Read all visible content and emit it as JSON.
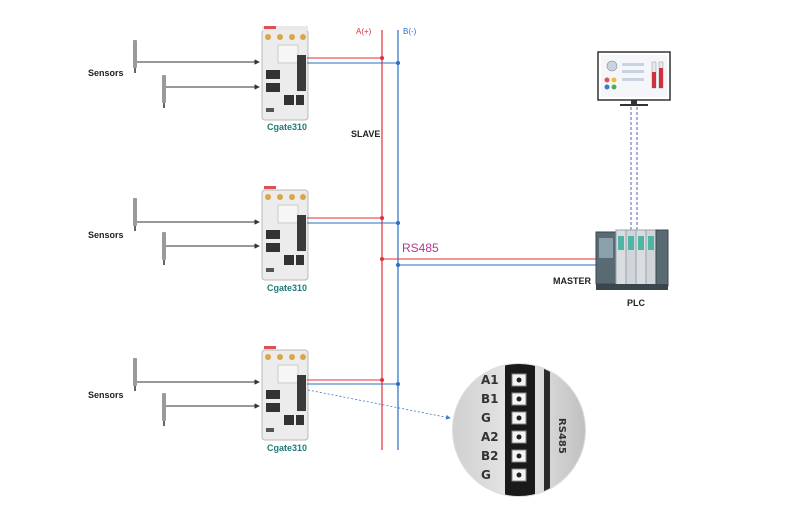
{
  "bus": {
    "a_label": "A(+)",
    "b_label": "B(-)",
    "protocol": "RS485",
    "color_a": "#e0303a",
    "color_b": "#2a6fc0"
  },
  "slave_label": "SLAVE",
  "master_label": "MASTER",
  "plc_label": "PLC",
  "devices": [
    {
      "sensors_label": "Sensors",
      "device_name": "Cgate310"
    },
    {
      "sensors_label": "Sensors",
      "device_name": "Cgate310"
    },
    {
      "sensors_label": "Sensors",
      "device_name": "Cgate310"
    }
  ],
  "zoom": {
    "pins": [
      "A1",
      "B1",
      "G",
      "A2",
      "B2",
      "G"
    ],
    "header": "RS485"
  }
}
